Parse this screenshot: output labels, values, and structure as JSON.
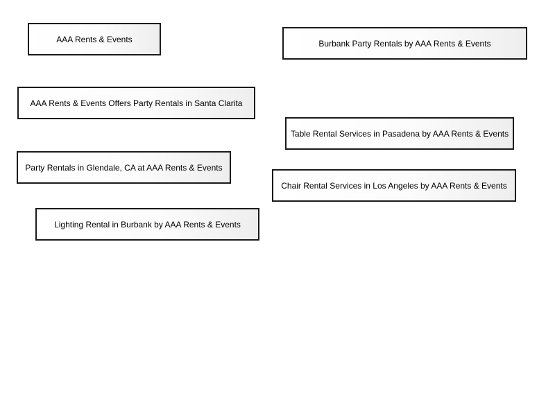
{
  "nodes": [
    {
      "label": "AAA Rents & Events"
    },
    {
      "label": "Burbank Party Rentals by AAA Rents & Events"
    },
    {
      "label": "AAA Rents & Events Offers Party Rentals in Santa Clarita"
    },
    {
      "label": "Table Rental Services in Pasadena by AAA Rents & Events"
    },
    {
      "label": "Party Rentals in Glendale, CA at AAA Rents & Events"
    },
    {
      "label": "Chair Rental Services in Los Angeles by AAA Rents & Events"
    },
    {
      "label": "Lighting Rental in Burbank by AAA Rents & Events"
    }
  ]
}
